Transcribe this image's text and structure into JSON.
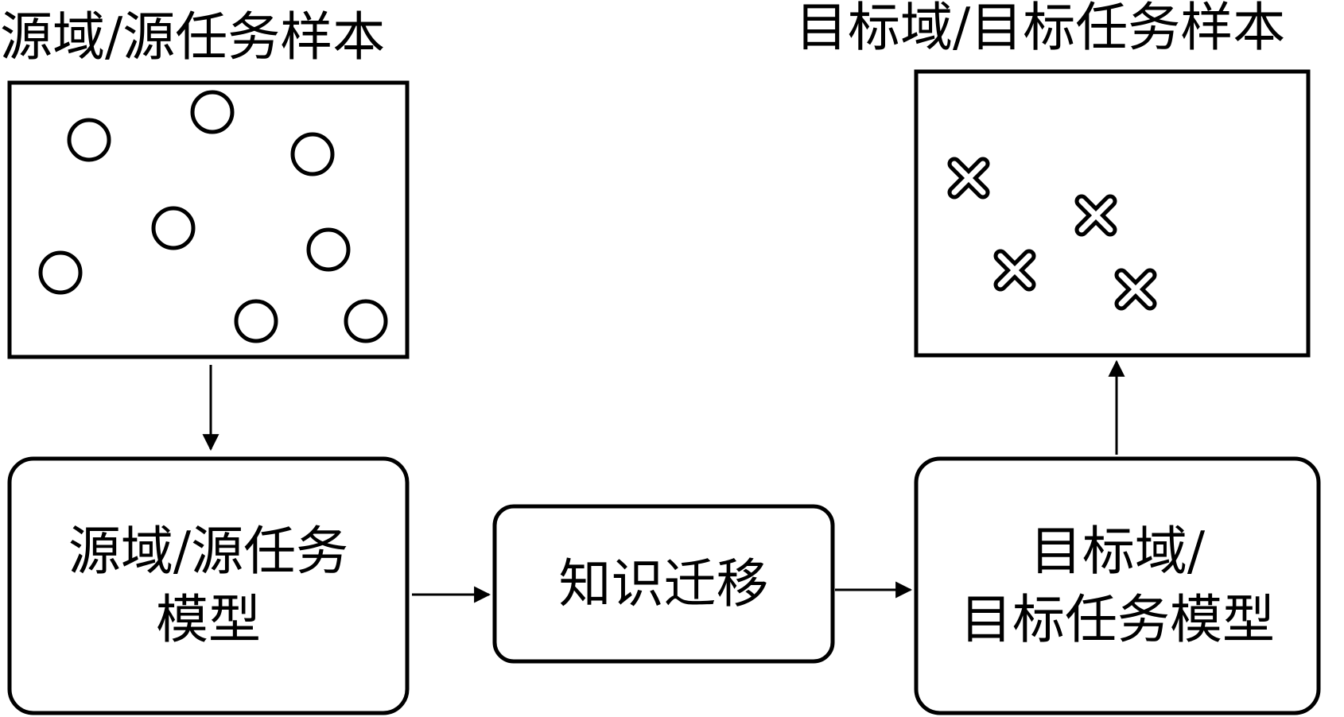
{
  "source_samples": {
    "title": "源域/源任务样本",
    "marker": "circle"
  },
  "target_samples": {
    "title": "目标域/目标任务样本",
    "marker": "cross"
  },
  "source_model": {
    "line1": "源域/源任务",
    "line2": "模型"
  },
  "transfer": {
    "label": "知识迁移"
  },
  "target_model": {
    "line1": "目标域/",
    "line2": "目标任务模型"
  }
}
